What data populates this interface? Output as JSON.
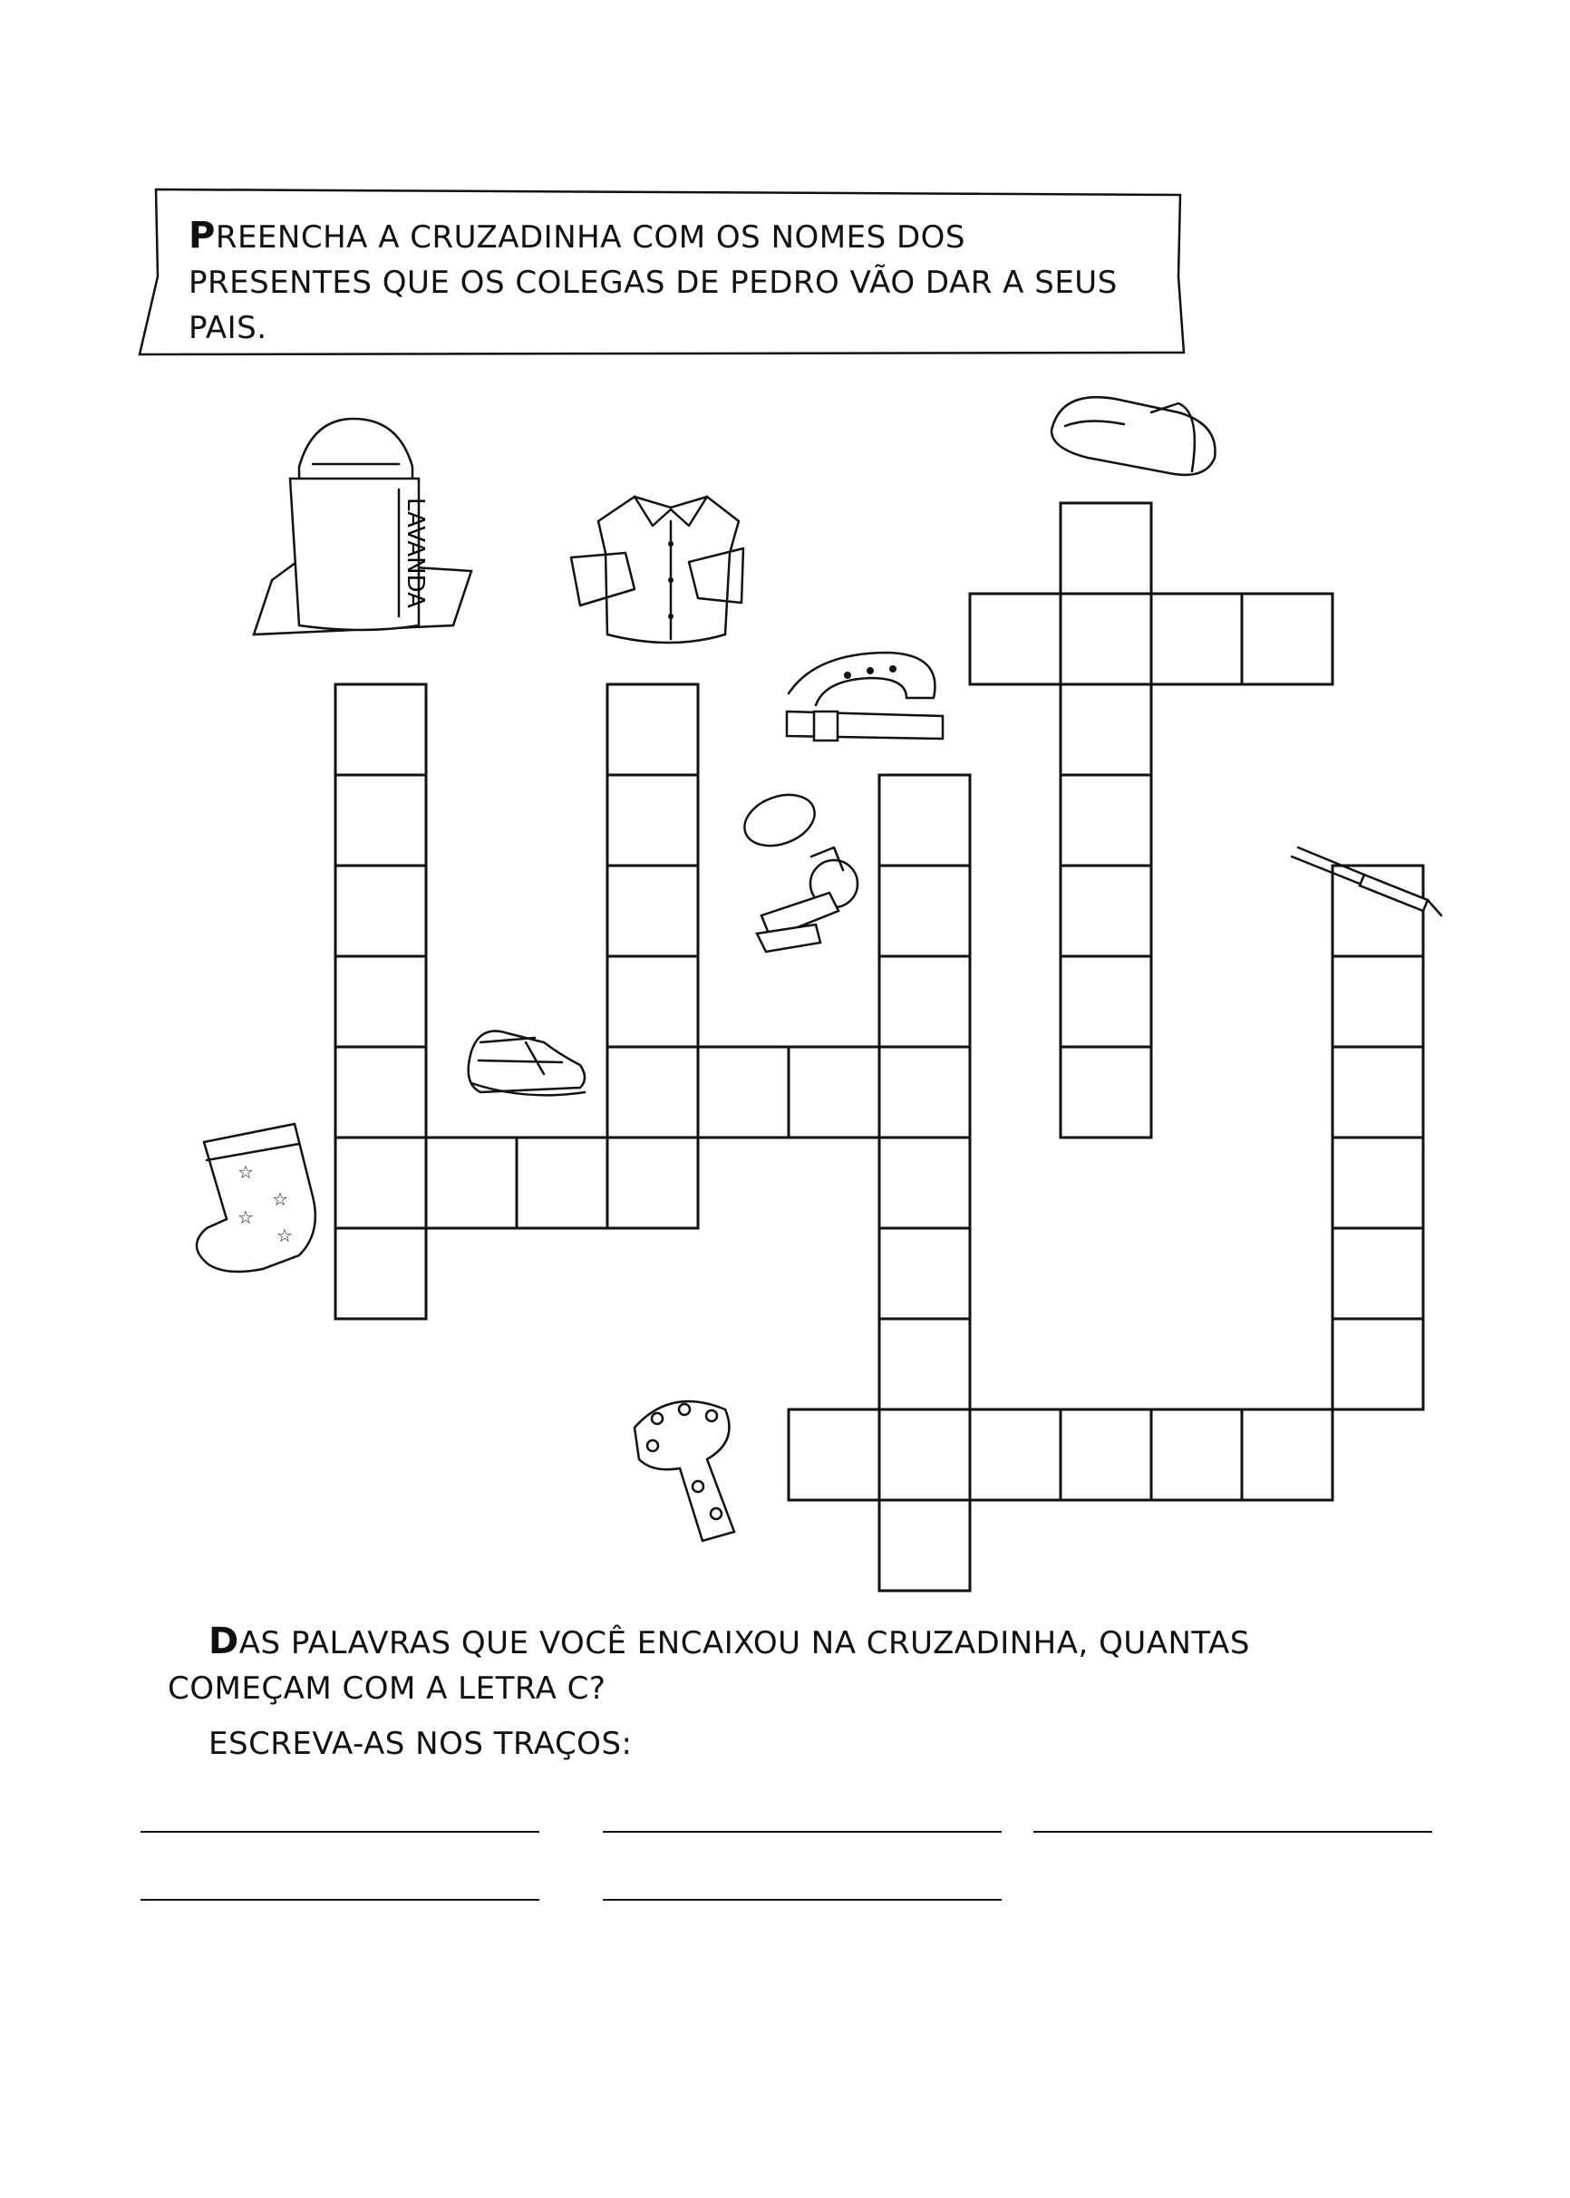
{
  "instruction": {
    "initial": "P",
    "text": "REENCHA A CRUZADINHA COM OS NOMES DOS PRESENTES QUE OS COLEGAS DE PEDRO VÃO DAR A SEUS PAIS."
  },
  "perfume_label": "LAVANDA",
  "question": {
    "initial": "D",
    "text": "AS PALAVRAS QUE VOCÊ ENCAIXOU NA CRUZADINHA, QUANTAS COMEÇAM COM A LETRA C?",
    "prompt": "ESCREVA-AS NOS TRAÇOS:"
  },
  "gift_icons": [
    "perfume-icon",
    "shirt-icon",
    "slipper-icon",
    "belt-icon",
    "keychain-icon",
    "pen-icon",
    "sneaker-icon",
    "sock-icon",
    "scarf-icon"
  ]
}
